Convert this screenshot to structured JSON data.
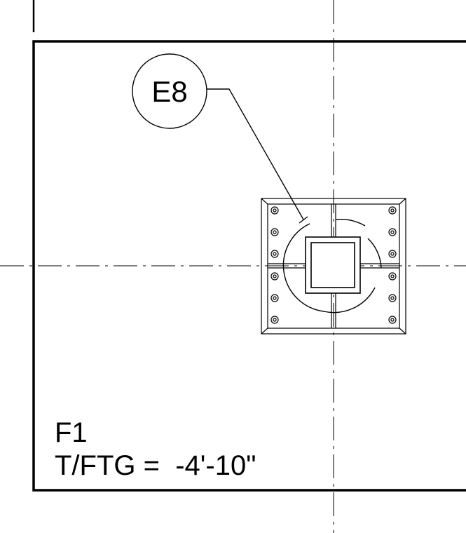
{
  "drawing": {
    "callout_tag": "E8",
    "footing_mark": "F1",
    "footing_elevation": "T/FTG =  -4'-10\"",
    "line_color": "#000000",
    "background_color": "#ffffff"
  }
}
